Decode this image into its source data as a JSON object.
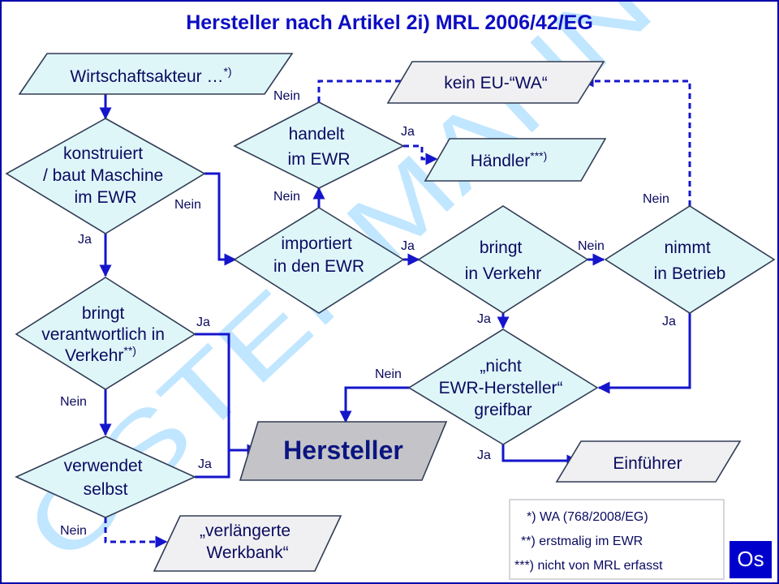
{
  "title": "Hersteller nach Artikel 2i) MRL 2006/42/EG",
  "watermark": "OSTERMANN",
  "nodes": {
    "wirtschaftsakteur": {
      "text": "Wirtschaftsakteur …",
      "sup": "*)"
    },
    "konstruiert": {
      "lines": [
        "konstruiert",
        "/ baut Maschine",
        "im EWR"
      ]
    },
    "bringt_verantwortlich": {
      "lines": [
        "bringt",
        "verantwortlich in",
        "Verkehr"
      ],
      "sup": "**)"
    },
    "verwendet": {
      "lines": [
        "verwendet",
        "selbst"
      ]
    },
    "verlaengerte": {
      "lines": [
        "„verlängerte",
        "Werkbank“"
      ]
    },
    "hersteller": {
      "text": "Hersteller"
    },
    "importiert": {
      "lines": [
        "importiert",
        "in den EWR"
      ]
    },
    "handelt": {
      "lines": [
        "handelt",
        "im EWR"
      ]
    },
    "kein_eu_wa": {
      "text": "kein EU-“WA“"
    },
    "haendler": {
      "text": "Händler",
      "sup": "***)"
    },
    "bringt_in_verkehr": {
      "lines": [
        "bringt",
        "in Verkehr"
      ]
    },
    "nimmt": {
      "lines": [
        "nimmt",
        "in Betrieb"
      ]
    },
    "nicht_ewr": {
      "lines": [
        "„nicht",
        "EWR-Hersteller“",
        "greifbar"
      ]
    },
    "einfuehrer": {
      "text": "Einführer"
    }
  },
  "edges": {
    "konstruiert_ja": "Ja",
    "konstruiert_nein": "Nein",
    "bringt_verantwortlich_ja": "Ja",
    "bringt_verantwortlich_nein": "Nein",
    "verwendet_ja": "Ja",
    "verwendet_nein": "Nein",
    "importiert_nein": "Nein",
    "importiert_ja": "Ja",
    "handelt_nein": "Nein",
    "handelt_ja": "Ja",
    "bringt_in_verkehr_nein": "Nein",
    "bringt_in_verkehr_ja": "Ja",
    "nimmt_nein": "Nein",
    "nimmt_ja": "Ja",
    "nicht_ewr_nein": "Nein",
    "nicht_ewr_ja": "Ja"
  },
  "legend": [
    "*) WA (768/2008/EG)",
    "**) erstmalig im EWR",
    "***) nicht von MRL erfasst"
  ],
  "logo": "Os",
  "colors": {
    "title": "#0d0dc4",
    "connector": "#1515cc",
    "shape_fill": "#dff6f9",
    "terminal_fill": "#f0f0f2",
    "hersteller_fill": "#c4c4c8",
    "watermark": "#8fd3ff",
    "logo_bg": "#0000cc",
    "border": "#0000aa"
  }
}
